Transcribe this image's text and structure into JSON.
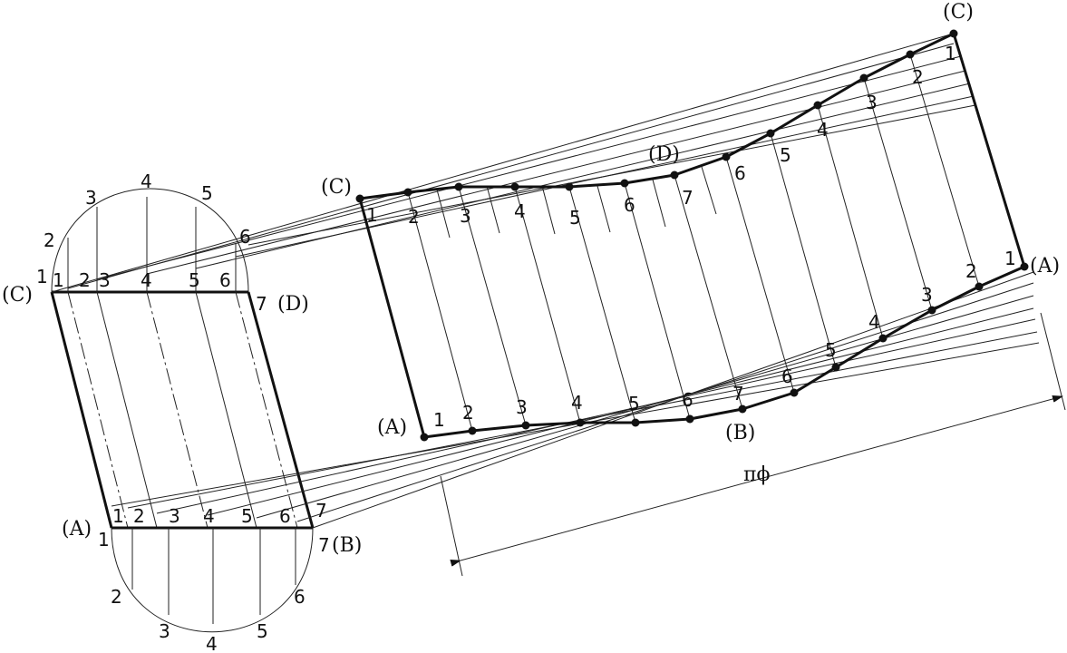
{
  "left_view": {
    "label_c": "(C)",
    "label_d": "(D)",
    "label_a": "(A)",
    "label_b": "(B)",
    "top_arc_numbers": [
      "1",
      "2",
      "3",
      "4",
      "5",
      "6"
    ],
    "top_chord_numbers": [
      "1",
      "2",
      "3",
      "4",
      "5",
      "6",
      "7"
    ],
    "bottom_chord_numbers": [
      "1",
      "2",
      "3",
      "4",
      "5",
      "6",
      "7"
    ],
    "bottom_arc_numbers": [
      "1",
      "2",
      "3",
      "4",
      "5",
      "6",
      "7"
    ]
  },
  "development": {
    "top_left_label": "(C)",
    "top_right_label": "(C)",
    "mid_label": "(D)",
    "bottom_left_label": "(A)",
    "right_label": "(A)",
    "bottom_mid_label": "(B)",
    "upper_curve_numbers": [
      "1",
      "2",
      "3",
      "4",
      "5",
      "6",
      "7"
    ],
    "upper_right_numbers": [
      "1",
      "2",
      "3",
      "4",
      "5",
      "6"
    ],
    "lower_curve_numbers": [
      "1",
      "2",
      "3",
      "4",
      "5",
      "6",
      "7"
    ],
    "lower_right_numbers": [
      "1",
      "2",
      "3",
      "4",
      "5",
      "6"
    ],
    "dimension_label": "πϕ"
  }
}
